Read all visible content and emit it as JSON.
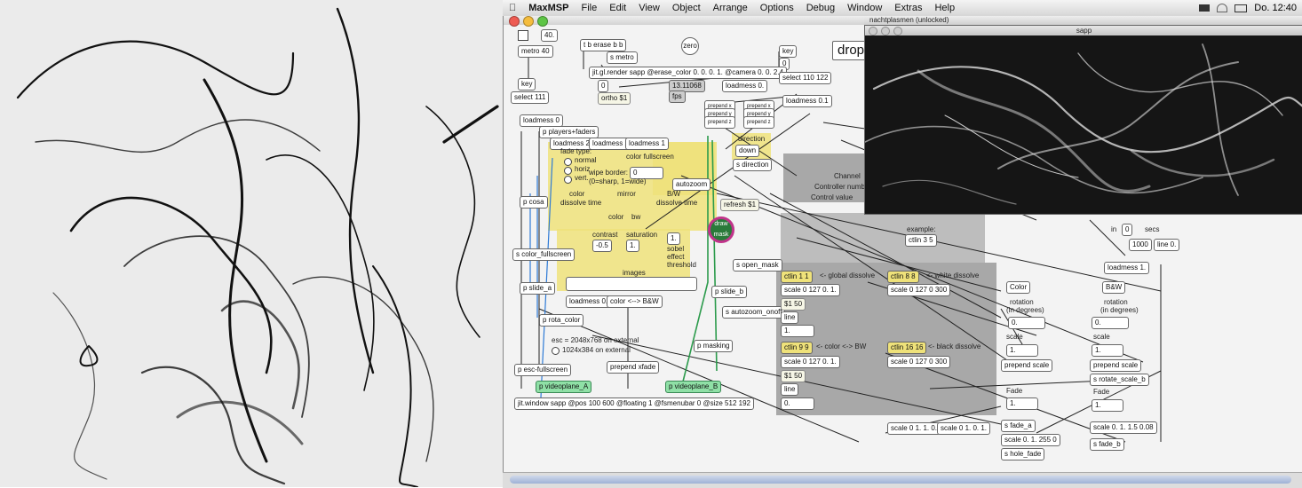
{
  "menubar": {
    "apple_icon": "apple-icon",
    "app": "MaxMSP",
    "items": [
      "File",
      "Edit",
      "View",
      "Object",
      "Arrange",
      "Options",
      "Debug",
      "Window",
      "Extras",
      "Help"
    ],
    "clock": "Do. 12:40"
  },
  "patcher": {
    "title": "nachtplasmen (unlocked)",
    "objects": {
      "o1": "40.",
      "o2": "t b erase b b",
      "o3": "s metro",
      "o4": "metro 40",
      "o5": "zero",
      "o6": "key",
      "o7": "0",
      "o8": "drop",
      "o9": "jit.gl.render sapp @erase_color 0. 0. 0. 1. @camera 0. 0. 2.4",
      "o10": "0",
      "o11": "13.11068",
      "o12": "loadmess 0.",
      "o13": "select 110 122",
      "o14": "key",
      "o15": "select 111",
      "o16": "ortho $1",
      "o17": "fps",
      "o18": "loadmess 0.1",
      "o19": "loadmess 0",
      "o20": "p players+faders",
      "o21": "loadmess 200",
      "o22": "loadmess 20",
      "o23": "loadmess 1",
      "o24": "fade type:",
      "o25": "normal",
      "o26": "horiz",
      "o27": "vert.",
      "o28": "color fullscreen",
      "o29": "wipe border:",
      "o30": "0",
      "o31": "(0=sharp, 1=wide)",
      "o32": "direction",
      "o33": "down",
      "o34": "s direction",
      "o35": "p cosa",
      "o36": "color",
      "o37": "dissolve time",
      "o38": "mirror",
      "o39": "B/W",
      "o40": "dissolve time",
      "o41": "color",
      "o42": "bw",
      "o43": "autozoom",
      "o44": "refresh $1",
      "o45": "contrast",
      "o46": "saturation",
      "o47": "-0.5",
      "o48": "1.",
      "o49": "1.",
      "o50": "sobel",
      "o51": "effect",
      "o52": "threshold",
      "o53": "draw mask",
      "o54": "s color_fullscreen",
      "o55": "images",
      "o56": "s open_mask",
      "o57": "p slide_a",
      "o58": "p slide_b",
      "o59": "loadmess 0.5",
      "o60": "color <--> B&W",
      "o61": "s autozoom_onoff",
      "o62": "p rota_color",
      "o63": "esc = 2048x768 on external",
      "o64": "1024x384 on external",
      "o65": "p masking",
      "o66": "prepend xfade",
      "o67": "p esc-fullscreen",
      "o68": "p videoplane_A",
      "o69": "p videoplane_B",
      "o70": "jit.window sapp @pos 100 600 @floating 1 @fsmenubar 0 @size 512 192",
      "o71": "Channel",
      "o72": "Controller number",
      "o73": "Control value",
      "o74": "example:",
      "o75": "ctlin 3 5",
      "o76": "ctlin 1 1",
      "o77": "<- global dissolve",
      "o78": "ctlin 8 8",
      "o79": "<- white dissolve",
      "o80": "scale 0 127 0. 1.",
      "o81": "scale 0 127 0 300",
      "o82": "$1 50",
      "o83": "line",
      "o84": "1.",
      "o85": "ctlin 9 9",
      "o86": "<- color <-> BW",
      "o87": "ctlin 16 16",
      "o88": "<- black dissolve",
      "o89": "scale 0 127 0. 1.",
      "o90": "scale 0 127 0 300",
      "o91": "$1 50",
      "o92": "line",
      "o93": "0.",
      "o94": "Color",
      "o95": "rotation",
      "o96": "(in degrees)",
      "o97": "0.",
      "o98": "scale",
      "o99": "1.",
      "o100": "prepend scale",
      "o101": "Fade",
      "o102": "1.",
      "o103": "s fade_a",
      "o104": "scale 0. 1. 255 0",
      "o105": "s hole_fade",
      "o106": "scale 0 1. 1. 0.",
      "o107": "scale 0 1. 0. 1.",
      "o108": "B&W",
      "o109": "rotation",
      "o110": "(in degrees)",
      "o111": "0.",
      "o112": "scale",
      "o113": "1.",
      "o114": "prepend scale",
      "o115": "s rotate_scale_b",
      "o116": "Fade",
      "o117": "1.",
      "o118": "scale 0. 1. 1.5 0.08",
      "o119": "s fade_b",
      "o120": "loadmess 1.",
      "o121": "in",
      "o122": "0",
      "o123": "secs",
      "o124": "1000",
      "o125": "line 0.",
      "o126": "prepend x",
      "o127": "prepend y",
      "o128": "prepend z",
      "o129": "prepend x",
      "o130": "prepend y",
      "o131": "prepend z"
    }
  },
  "sapp_window": {
    "title": "sapp"
  }
}
